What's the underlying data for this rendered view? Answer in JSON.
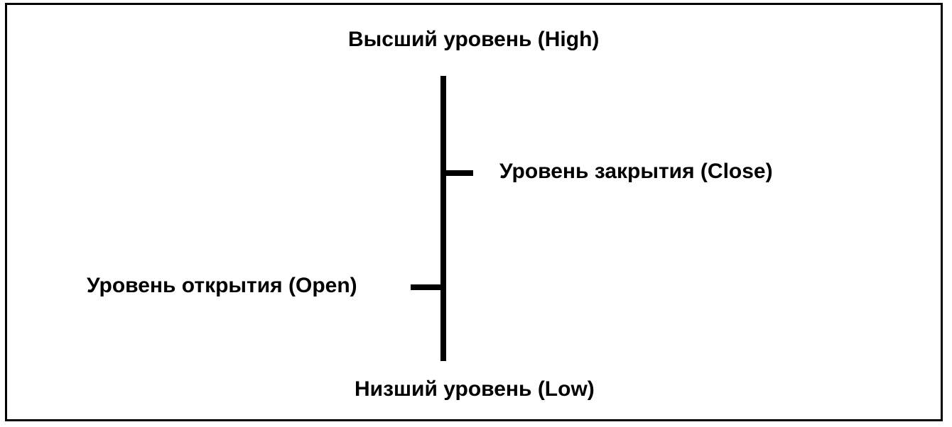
{
  "labels": {
    "high": "Высший уровень (High)",
    "close": "Уровень закрытия (Close)",
    "open": "Уровень открытия (Open)",
    "low": "Низший уровень (Low)"
  },
  "colors": {
    "line": "#000000",
    "background": "#ffffff"
  }
}
